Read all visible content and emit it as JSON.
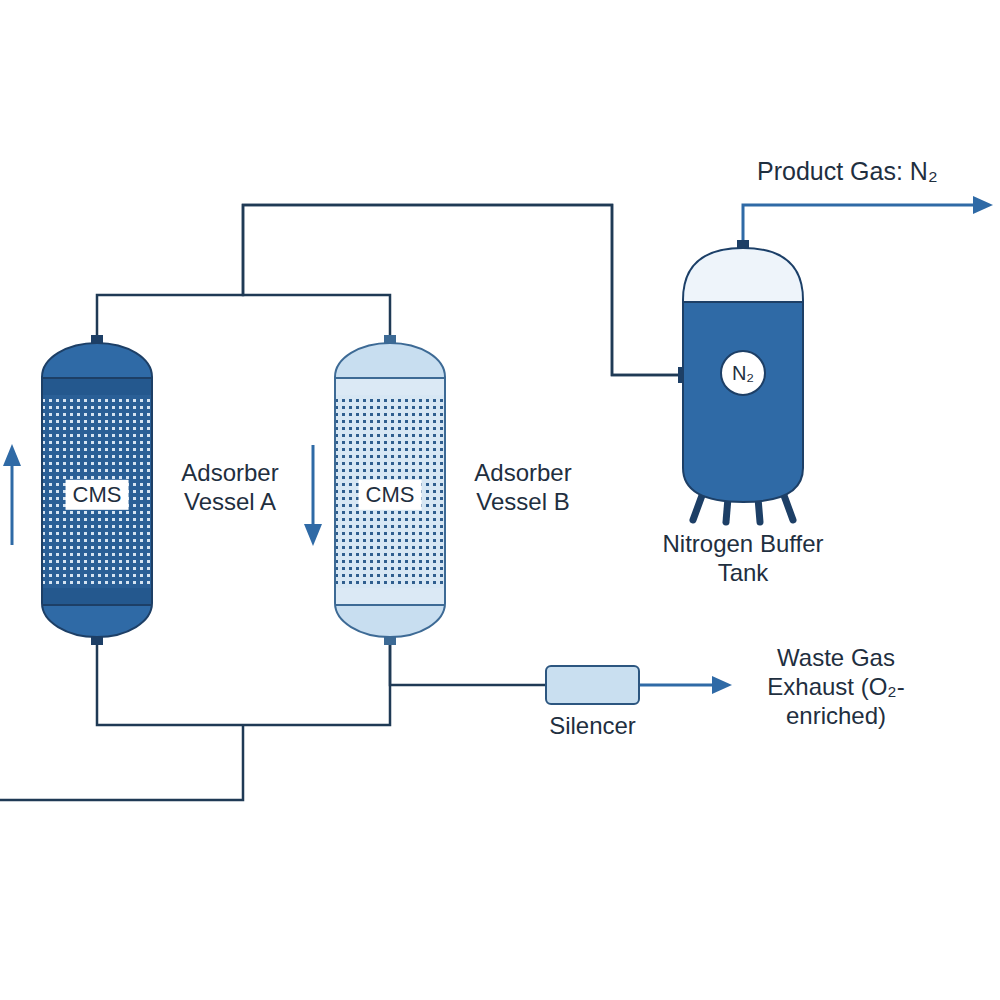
{
  "diagram": {
    "nodes": [
      {
        "text": [
          "CMS",
          "Adsorber Vessel A"
        ]
      },
      {
        "text": [
          "CMS",
          "Adsorber Vessel B"
        ]
      },
      {
        "text": [
          "Nitrogen Buffer Tank"
        ]
      },
      {
        "text": [
          "N₂"
        ],
        "in": 2
      },
      {
        "text": [
          "Silencer"
        ]
      }
    ],
    "edges": [
      {
        "from": 0,
        "to": 2,
        "arrow": "none"
      },
      {
        "from": 1,
        "to": 2,
        "arrow": "none"
      },
      {
        "from": 0,
        "to": 1,
        "arrow": "none"
      },
      {
        "from": 1,
        "to": 4,
        "arrow": "none"
      }
    ],
    "labels": [
      "Product Gas: N₂",
      "Waste Gas Exhaust (O₂-enriched)"
    ]
  }
}
